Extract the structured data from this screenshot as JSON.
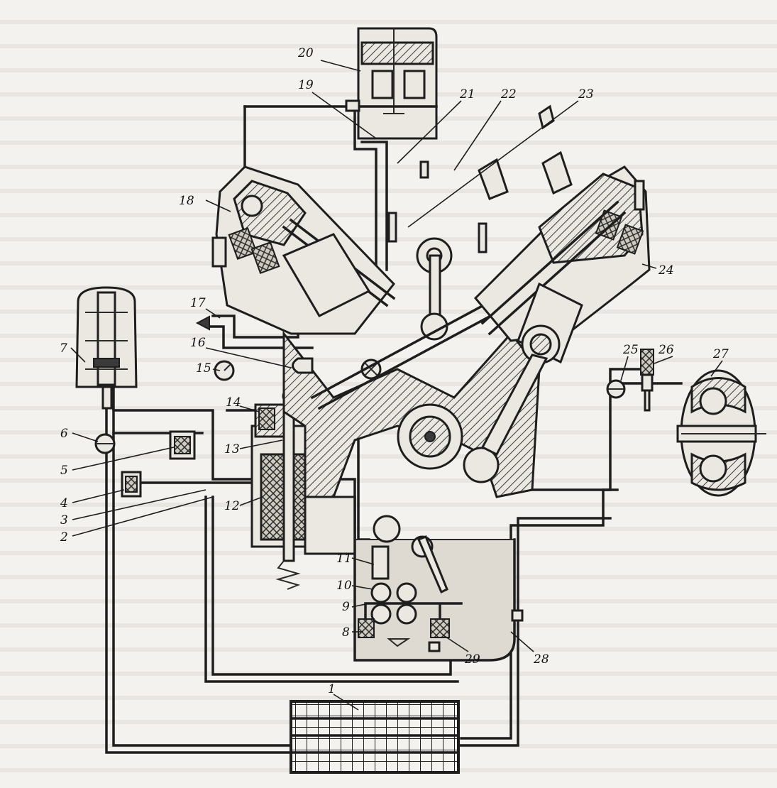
{
  "labels": [
    {
      "id": "1",
      "text": "1"
    },
    {
      "id": "2",
      "text": "2"
    },
    {
      "id": "3",
      "text": "3"
    },
    {
      "id": "4",
      "text": "4"
    },
    {
      "id": "5",
      "text": "5"
    },
    {
      "id": "6",
      "text": "6"
    },
    {
      "id": "7",
      "text": "7"
    },
    {
      "id": "8",
      "text": "8"
    },
    {
      "id": "9",
      "text": "9"
    },
    {
      "id": "10",
      "text": "10"
    },
    {
      "id": "11",
      "text": "11"
    },
    {
      "id": "12",
      "text": "12"
    },
    {
      "id": "13",
      "text": "13"
    },
    {
      "id": "14",
      "text": "14"
    },
    {
      "id": "15",
      "text": "15"
    },
    {
      "id": "16",
      "text": "16"
    },
    {
      "id": "17",
      "text": "17"
    },
    {
      "id": "18",
      "text": "18"
    },
    {
      "id": "19",
      "text": "19"
    },
    {
      "id": "20",
      "text": "20"
    },
    {
      "id": "21",
      "text": "21"
    },
    {
      "id": "22",
      "text": "22"
    },
    {
      "id": "23",
      "text": "23"
    },
    {
      "id": "24",
      "text": "24"
    },
    {
      "id": "25",
      "text": "25"
    },
    {
      "id": "26",
      "text": "26"
    },
    {
      "id": "27",
      "text": "27"
    },
    {
      "id": "28",
      "text": "28"
    },
    {
      "id": "29",
      "text": "29"
    }
  ]
}
